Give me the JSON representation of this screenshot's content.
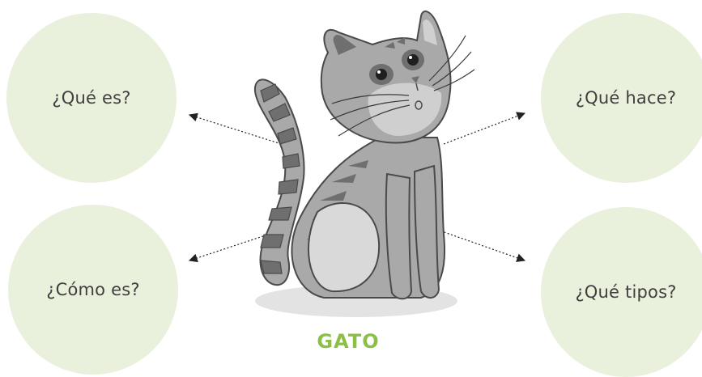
{
  "questions": {
    "top_left": "¿Qué es?",
    "top_right": "¿Qué hace?",
    "bottom_left": "¿Cómo es?",
    "bottom_right": "¿Qué tipos?"
  },
  "center_label": "GATO",
  "colors": {
    "bubble": "#e9f1dd",
    "label": "#8cbf45",
    "question_text": "#3f3f3f",
    "cat_body": "#a9a9a9",
    "cat_stripe": "#6f6f6f",
    "cat_belly": "#d9d9d9"
  }
}
